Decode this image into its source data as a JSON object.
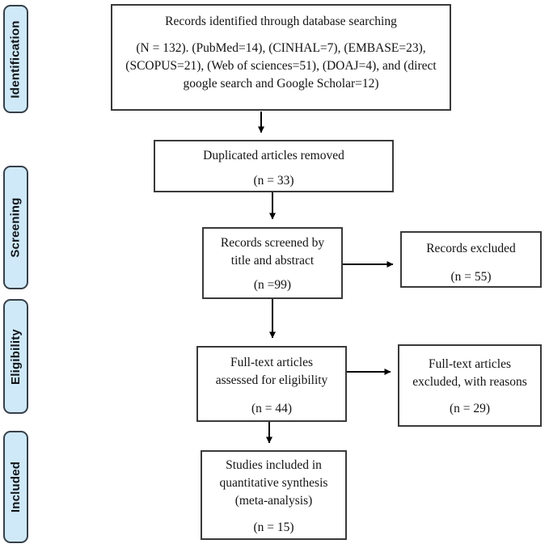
{
  "figure": {
    "kind": "prisma-flow-diagram",
    "colors": {
      "stage_fill": "#cfe9f8",
      "stage_border": "#37404a",
      "node_border": "#3a3a3a",
      "text": "#131313",
      "arrow": "#000000"
    }
  },
  "sidebar": {
    "stages": [
      {
        "label": "Identification"
      },
      {
        "label": "Screening"
      },
      {
        "label": "Eligibility"
      },
      {
        "label": "Included"
      }
    ]
  },
  "flow": {
    "identified": {
      "title": "Records identified through database searching",
      "detail_lines": [
        "(N = 132). (PubMed=14), (CINHAL=7), (EMBASE=23),",
        "(SCOPUS=21), (Web of sciences=51), (DOAJ=4), and (direct",
        "google search and Google Scholar=12)"
      ]
    },
    "duplicates_removed": {
      "lines": [
        "Duplicated articles removed"
      ],
      "count": "(n = 33)"
    },
    "screened": {
      "lines": [
        "Records screened by",
        "title and abstract"
      ],
      "count": "(n =99)"
    },
    "records_excluded": {
      "lines": [
        "Records excluded"
      ],
      "count": "(n = 55)"
    },
    "fulltext_assessed": {
      "lines": [
        "Full-text articles",
        "assessed for eligibility"
      ],
      "count": "(n = 44)"
    },
    "fulltext_excluded": {
      "lines": [
        "Full-text articles",
        "excluded, with reasons"
      ],
      "count": "(n = 29)"
    },
    "included_synthesis": {
      "lines": [
        "Studies included in",
        "quantitative synthesis",
        "(meta-analysis)"
      ],
      "count": "(n = 15)"
    }
  }
}
